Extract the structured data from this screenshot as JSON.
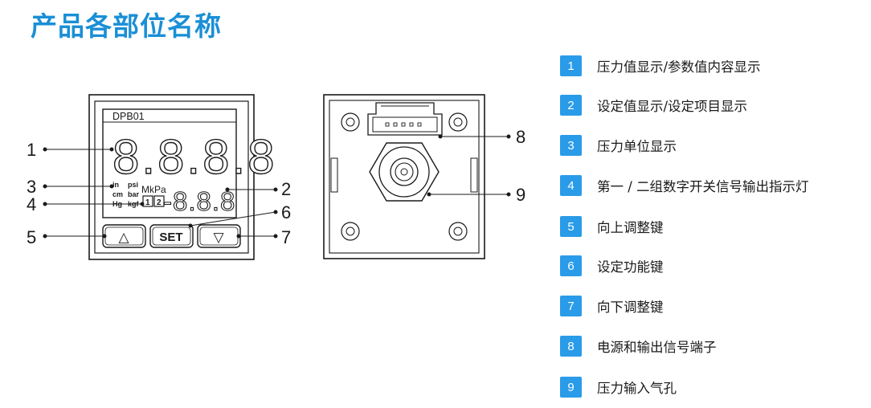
{
  "title": "产品各部位名称",
  "front_panel": {
    "model": "DPB01",
    "main_display": "8.8.8.8",
    "sub_display": "-8.8.8",
    "units_col1": [
      "in",
      "cm",
      "Hg"
    ],
    "units_col2": [
      "psi",
      "bar",
      "kgf"
    ],
    "unit_mkpa": "MkPa",
    "indicator_1": "1",
    "indicator_2": "2",
    "up_button": "△",
    "set_button": "SET",
    "down_button": "▽"
  },
  "callouts": {
    "c1": "1",
    "c2": "2",
    "c3": "3",
    "c4": "4",
    "c5": "5",
    "c6": "6",
    "c7": "7",
    "c8": "8",
    "c9": "9"
  },
  "legend": [
    {
      "num": "1",
      "text": "压力值显示/参数值内容显示"
    },
    {
      "num": "2",
      "text": "设定值显示/设定项目显示"
    },
    {
      "num": "3",
      "text": "压力单位显示"
    },
    {
      "num": "4",
      "text": "第一 / 二组数字开关信号输出指示灯"
    },
    {
      "num": "5",
      "text": "向上调整键"
    },
    {
      "num": "6",
      "text": "设定功能键"
    },
    {
      "num": "7",
      "text": "向下调整键"
    },
    {
      "num": "8",
      "text": "电源和输出信号端子"
    },
    {
      "num": "9",
      "text": "压力输入气孔"
    }
  ],
  "colors": {
    "accent": "#2a9be8",
    "title": "#1a8fd6",
    "line": "#1a1a1a"
  }
}
